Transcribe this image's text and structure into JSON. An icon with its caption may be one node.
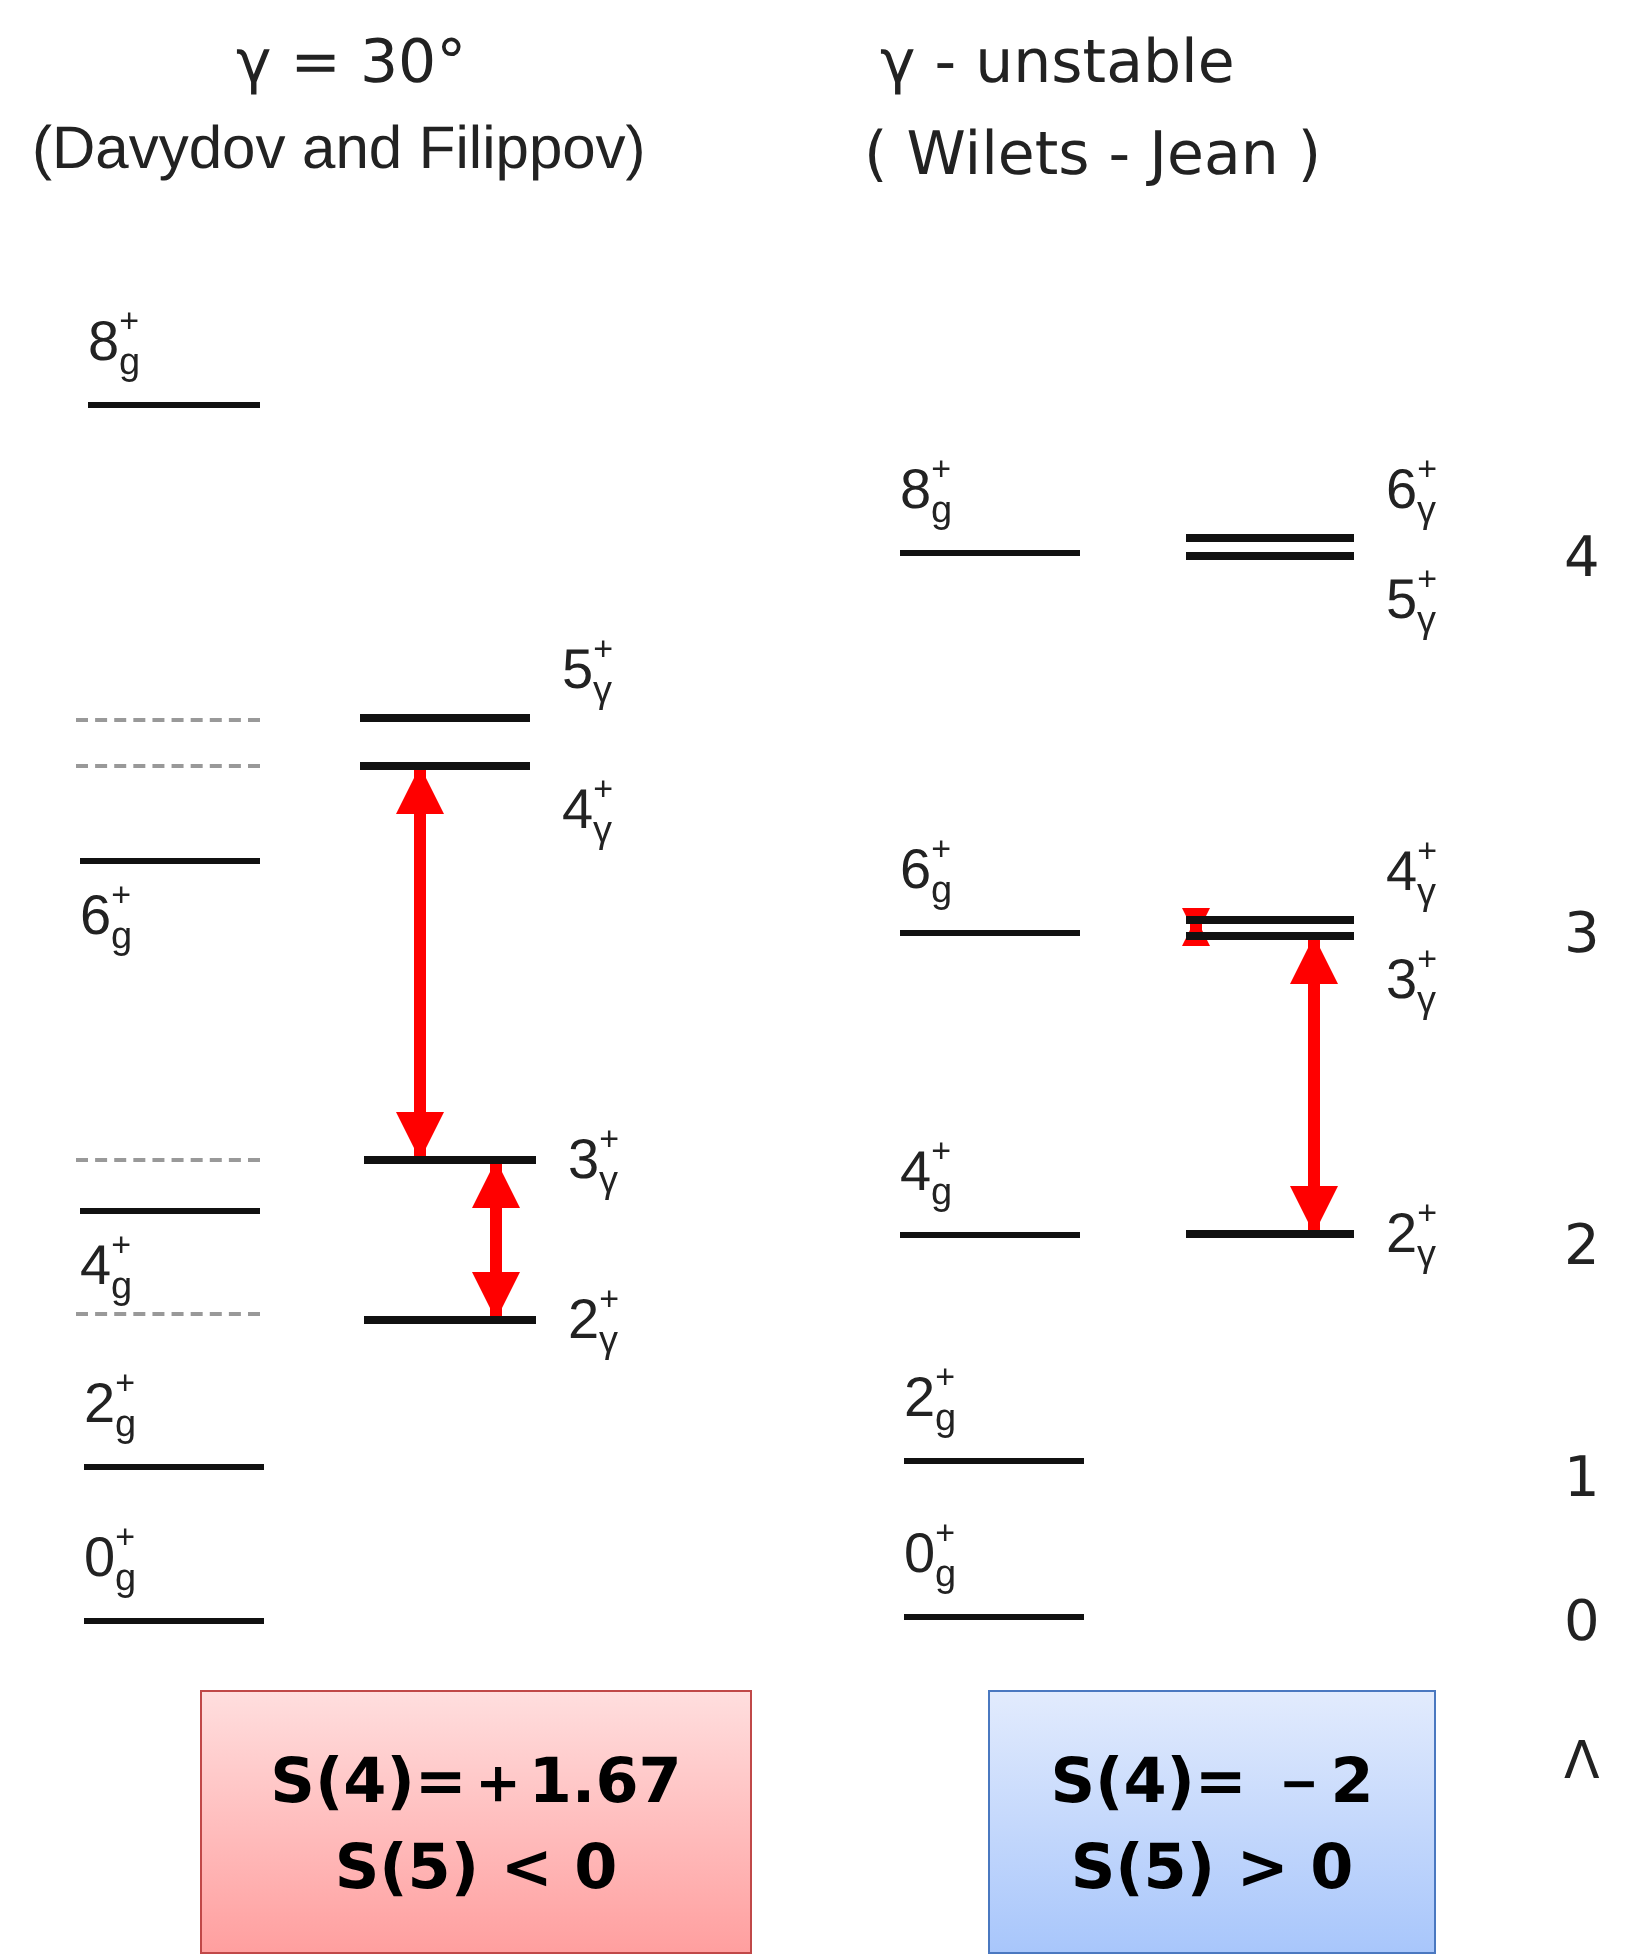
{
  "diagram": {
    "nodes": [
      {
        "text": [
          "8$^{+}$$_{g}$"
        ]
      },
      {
        "text": [
          "5$^{+}$$_{γ}$"
        ]
      },
      {
        "text": [],
        "shape": "bar"
      },
      {
        "text": [],
        "shape": "bar"
      },
      {
        "text": [
          "4$^{+}$$_{γ}$"
        ]
      },
      {
        "text": [
          "6$^{+}$$_{g}$"
        ]
      },
      {
        "text": [],
        "shape": "bar"
      },
      {
        "text": [
          "3$^{+}$$_{γ}$"
        ]
      },
      {
        "text": [
          "4$^{+}$$_{g}$"
        ]
      },
      {
        "text": [],
        "shape": "bar"
      },
      {
        "text": [
          "2$^{+}$$_{γ}$"
        ]
      },
      {
        "text": [
          "2$^{+}$$_{g}$"
        ]
      },
      {
        "text": [
          "0$^{+}$$_{g}$"
        ]
      },
      {
        "text": [
          "6$^{+}$$_{γ}$"
        ]
      },
      {
        "text": [
          "8$^{+}$$_{g}$"
        ]
      },
      {
        "text": [
          "5$^{+}$$_{γ}$"
        ]
      },
      {
        "text": [
          "4$^{+}$$_{γ}$"
        ]
      },
      {
        "text": [
          "6$^{+}$$_{g}$"
        ]
      },
      {
        "text": [
          "3$^{+}$$_{γ}$"
        ]
      },
      {
        "text": [
          "4$^{+}$$_{g}$"
        ]
      },
      {
        "text": [
          "2$^{+}$$_{γ}$"
        ]
      },
      {
        "text": [
          "2$^{+}$$_{g}$"
        ]
      },
      {
        "text": [
          "0$^{+}$$_{g}$"
        ]
      },
      {
        "text": [
          "S(4)=＋1.67",
          "S(5) < 0"
        ]
      },
      {
        "text": [
          "S(4)= －2",
          "S(5) > 0"
        ]
      }
    ],
    "edges": [
      {
        "from": 4,
        "to": 7,
        "arrow": "both"
      },
      {
        "from": 7,
        "to": 10,
        "arrow": "both"
      },
      {
        "from": 16,
        "to": 18,
        "arrow": "both"
      },
      {
        "from": 18,
        "to": 20,
        "arrow": "both"
      }
    ],
    "labels": [
      "γ = 30°",
      "(Davydov and Filippov)",
      "γ - unstable",
      "( Wilets - Jean )",
      "4",
      "3",
      "2",
      "1",
      "0",
      "Λ"
    ]
  }
}
